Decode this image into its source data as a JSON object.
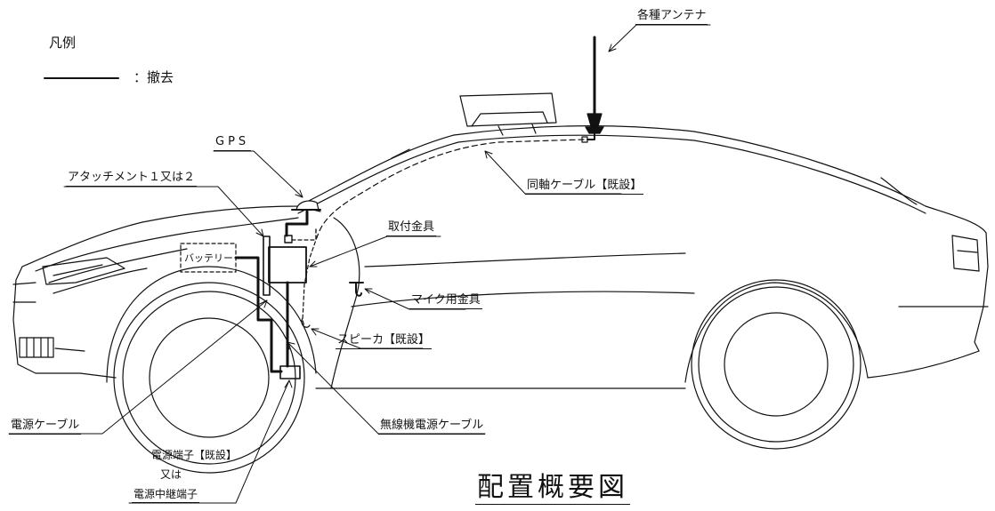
{
  "legend": {
    "title": "凡例",
    "item": "：撤去"
  },
  "labels": {
    "antenna": "各種アンテナ",
    "gps": "GPS",
    "attachment": "アタッチメント１又は２",
    "coax": "同軸ケーブル【既設】",
    "battery": "バッテリー",
    "bracket": "取付金具",
    "mic_bracket": "マイク用金具",
    "speaker": "スピーカ【既設】",
    "power_cable": "電源ケーブル",
    "radio_power_cable": "無線機電源ケーブル",
    "power_terminal_line1": "電源端子【既設】",
    "power_terminal_line2": "又は",
    "power_terminal_line3": "電源中継端子"
  },
  "title": "配置概要図"
}
